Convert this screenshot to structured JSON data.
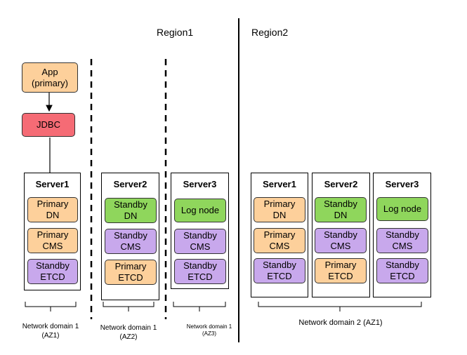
{
  "regions": [
    {
      "label": "Region1"
    },
    {
      "label": "Region2"
    }
  ],
  "app": {
    "label": "App\n(primary)"
  },
  "jdbc": {
    "label": "JDBC"
  },
  "region1_servers": [
    {
      "title": "Server1",
      "nodes": [
        {
          "label": "Primary\nDN",
          "color": "#fdd09b"
        },
        {
          "label": "Primary\nCMS",
          "color": "#fdd09b"
        },
        {
          "label": "Standby\nETCD",
          "color": "#c8a8ec"
        }
      ]
    },
    {
      "title": "Server2",
      "nodes": [
        {
          "label": "Standby\nDN",
          "color": "#8fd65c"
        },
        {
          "label": "Standby\nCMS",
          "color": "#c8a8ec"
        },
        {
          "label": "Primary\nETCD",
          "color": "#fdd09b"
        }
      ]
    },
    {
      "title": "Server3",
      "nodes": [
        {
          "label": "Log node",
          "color": "#8fd65c"
        },
        {
          "label": "Standby\nCMS",
          "color": "#c8a8ec"
        },
        {
          "label": "Standby\nETCD",
          "color": "#c8a8ec"
        }
      ]
    }
  ],
  "region2_servers": [
    {
      "title": "Server1",
      "nodes": [
        {
          "label": "Primary\nDN",
          "color": "#fdd09b"
        },
        {
          "label": "Primary\nCMS",
          "color": "#fdd09b"
        },
        {
          "label": "Standby\nETCD",
          "color": "#c8a8ec"
        }
      ]
    },
    {
      "title": "Server2",
      "nodes": [
        {
          "label": "Standby\nDN",
          "color": "#8fd65c"
        },
        {
          "label": "Standby\nCMS",
          "color": "#c8a8ec"
        },
        {
          "label": "Primary\nETCD",
          "color": "#fdd09b"
        }
      ]
    },
    {
      "title": "Server3",
      "nodes": [
        {
          "label": "Log node",
          "color": "#8fd65c"
        },
        {
          "label": "Standby\nCMS",
          "color": "#c8a8ec"
        },
        {
          "label": "Standby\nETCD",
          "color": "#c8a8ec"
        }
      ]
    }
  ],
  "captions": [
    {
      "label": "Network domain 1\n(AZ1)"
    },
    {
      "label": "Network domain 1\n(AZ2)"
    },
    {
      "label": "Network domain 1\n(AZ3)"
    },
    {
      "label": "Network domain 2 (AZ1)"
    }
  ]
}
